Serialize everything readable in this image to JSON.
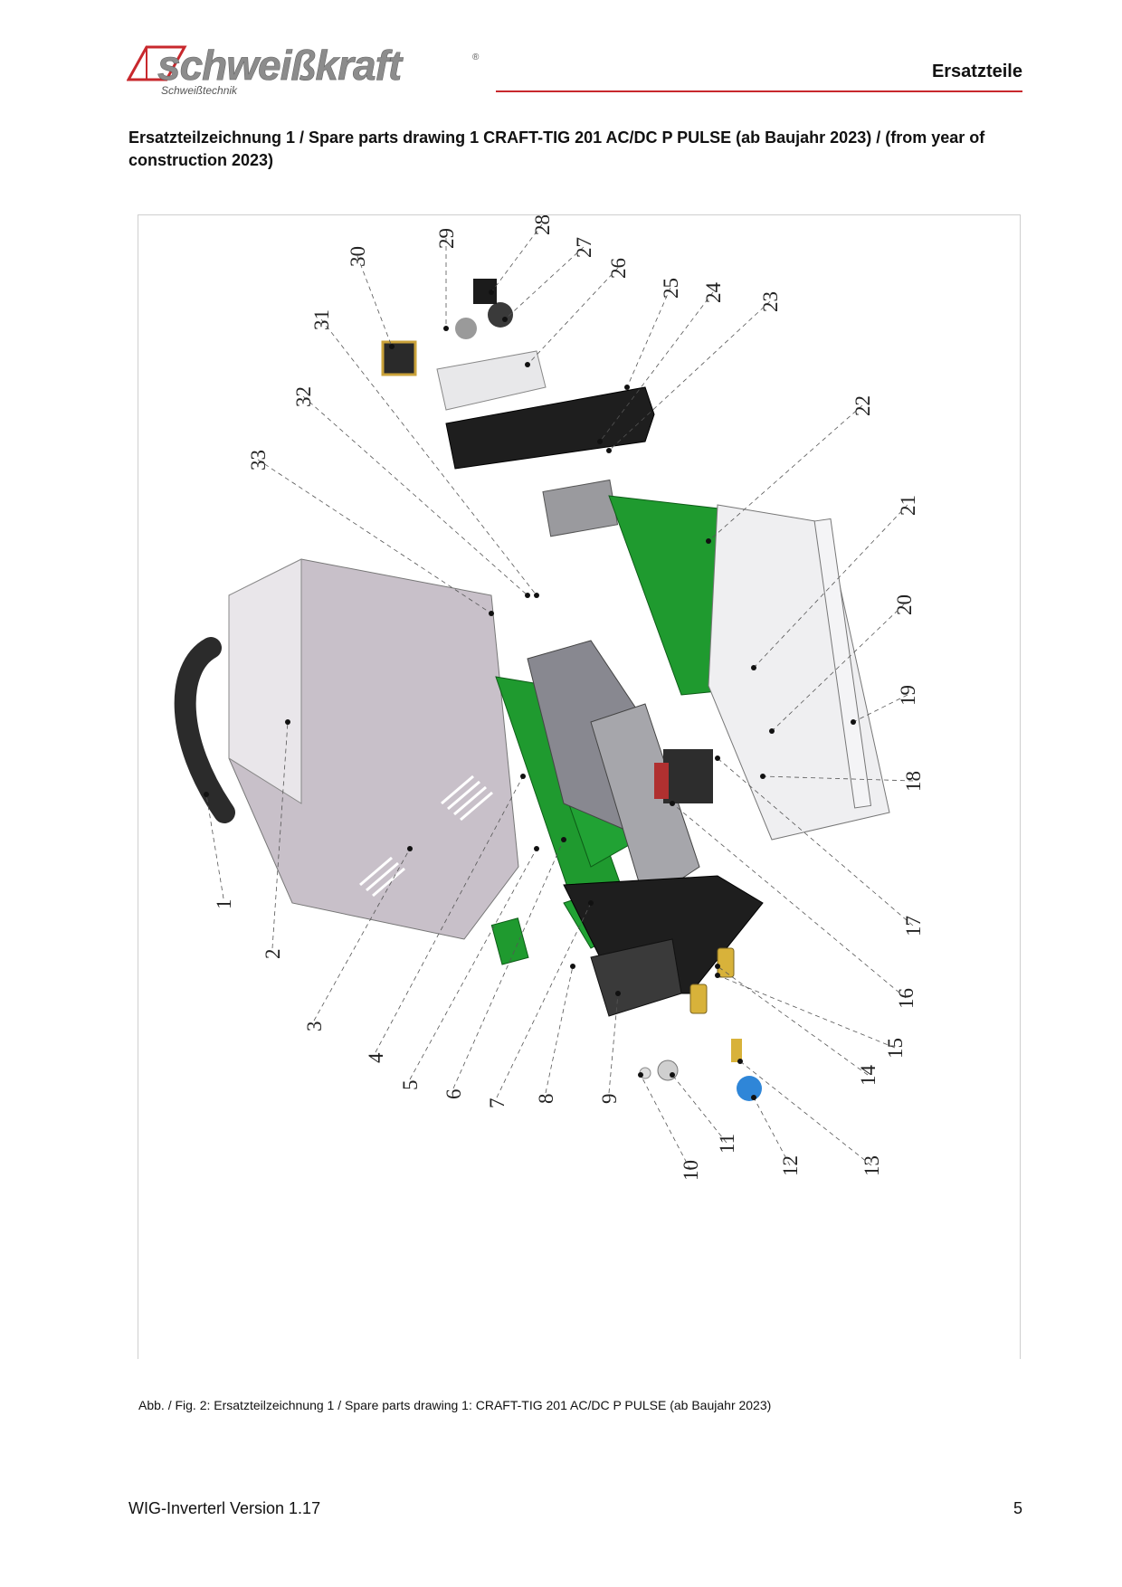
{
  "brand": {
    "logo_text": "schweißkraft",
    "logo_sub": "Schweißtechnik",
    "registered": "®",
    "accent_color": "#c8282d"
  },
  "header": {
    "section_label": "Ersatzteile"
  },
  "drawing_title": "Ersatzteilzeichnung 1  / Spare parts drawing 1 CRAFT-TIG 201 AC/DC P PULSE (ab Baujahr 2023) / (from year of construction 2023)",
  "drawing": {
    "part_numbers": [
      "1",
      "2",
      "3",
      "4",
      "5",
      "6",
      "7",
      "8",
      "9",
      "10",
      "11",
      "12",
      "13",
      "14",
      "15",
      "16",
      "17",
      "18",
      "19",
      "20",
      "21",
      "22",
      "23",
      "24",
      "25",
      "26",
      "27",
      "28",
      "29",
      "30",
      "31",
      "32",
      "33"
    ]
  },
  "caption": "Abb. / Fig. 2: Ersatzteilzeichnung 1 / Spare parts drawing 1: CRAFT-TIG 201 AC/DC P PULSE (ab Baujahr 2023)",
  "footer": {
    "document": "WIG-Inverterl Version 1.17",
    "page_number": "5"
  }
}
